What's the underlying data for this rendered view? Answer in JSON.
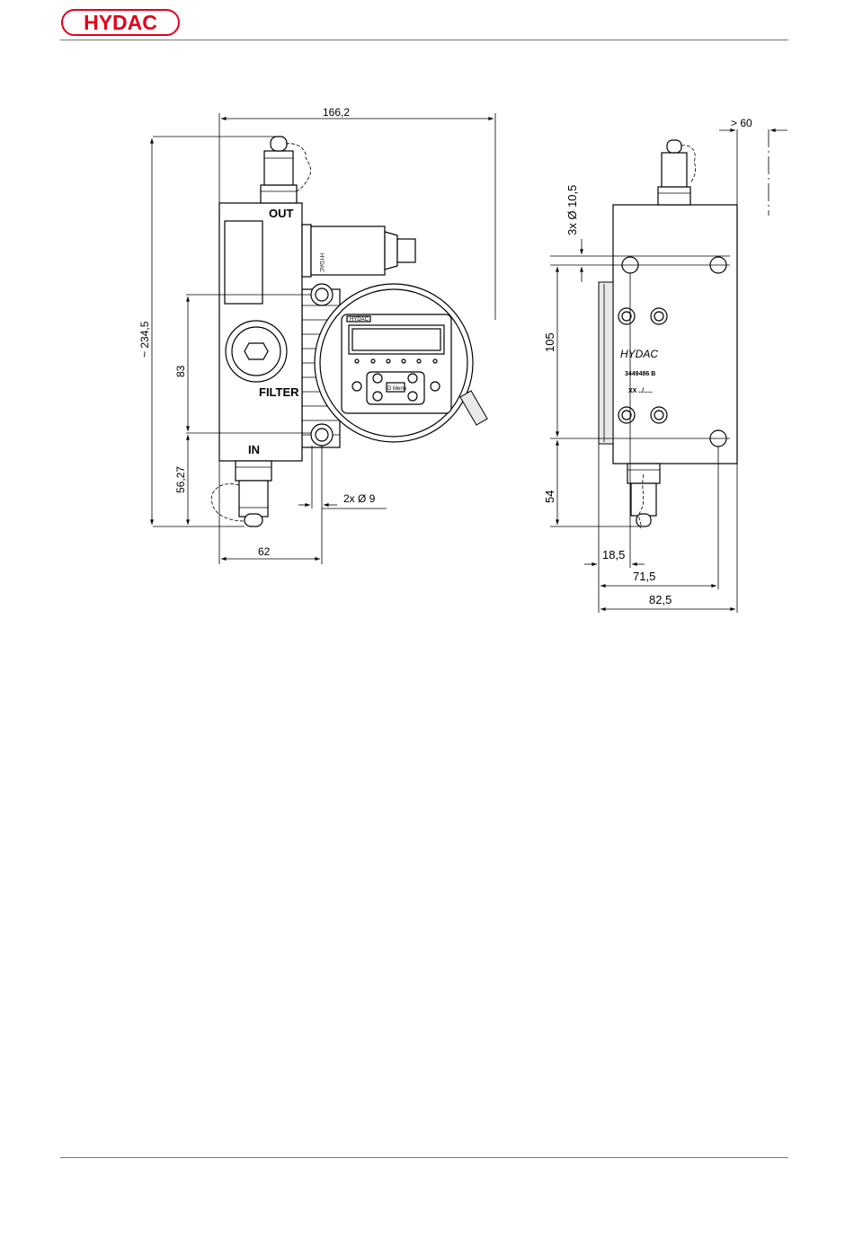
{
  "header": {
    "logo_text": "HYDAC",
    "brand_color": "#e2001a"
  },
  "front_view": {
    "port_out": "OUT",
    "port_in": "IN",
    "filter_label": "FILTER",
    "sensor_marking": "HYDAC",
    "display_brand": "HYDAC",
    "display_button_label": "D Menu",
    "dimensions": {
      "overall_width": "166,2",
      "overall_height": "~ 234,5",
      "hole_spacing": "83",
      "bottom_offset": "56,27",
      "base_width": "62",
      "mount_holes": "2x Ø 9"
    }
  },
  "side_view": {
    "brand_text": "HYDAC",
    "part_number": "3449486 B",
    "date_code": "XX  ../.....",
    "dimensions": {
      "clearance": "> 60",
      "mount_holes": "3x Ø 10,5",
      "hole_spacing": "105",
      "bottom_offset": "54",
      "depth_1": "18,5",
      "depth_2": "71,5",
      "depth_3": "82,5"
    }
  }
}
